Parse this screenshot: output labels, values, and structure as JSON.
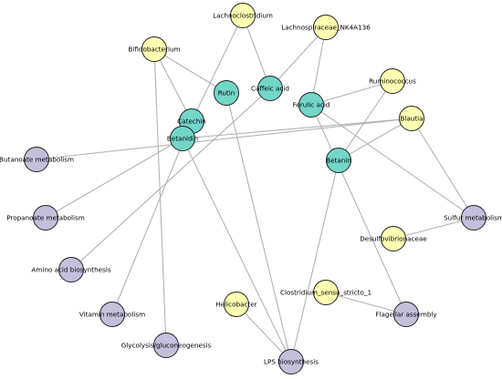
{
  "colors": {
    "bacteria": "#ffffb3",
    "compound": "#72d6c9",
    "pathway": "#c4c0dc"
  },
  "nodes": {
    "lachnoclostridium": {
      "label": "Lachnoclostridium",
      "group": "bacteria"
    },
    "lachnospiraceae": {
      "label": "Lachnospiraceae_NK4A136",
      "group": "bacteria"
    },
    "bifidobacterium": {
      "label": "Bifidobacterium",
      "group": "bacteria"
    },
    "ruminococcus": {
      "label": "Ruminococcus",
      "group": "bacteria"
    },
    "blautia": {
      "label": "Blautia",
      "group": "bacteria"
    },
    "desulfovibrionaceae": {
      "label": "Desulfovibrionaceae",
      "group": "bacteria"
    },
    "clostridium": {
      "label": "Clostridium_sensu_stricto_1",
      "group": "bacteria"
    },
    "helicobacter": {
      "label": "Helicobacter",
      "group": "bacteria"
    },
    "rutin": {
      "label": "Rutin",
      "group": "compound"
    },
    "caffeic_acid": {
      "label": "Caffeic acid",
      "group": "compound"
    },
    "ferulic_acid": {
      "label": "Ferulic acid",
      "group": "compound"
    },
    "catechin": {
      "label": "Catechin",
      "group": "compound"
    },
    "betanidin": {
      "label": "Betanidin",
      "group": "compound"
    },
    "betanin": {
      "label": "Betanin",
      "group": "compound"
    },
    "butanoate": {
      "label": "Butanoate metabolism",
      "group": "pathway"
    },
    "propanoate": {
      "label": "Propanoate metabolism",
      "group": "pathway"
    },
    "amino_acid": {
      "label": "Amino acid biosynthesis",
      "group": "pathway"
    },
    "vitamin": {
      "label": "Vitamin metabolism",
      "group": "pathway"
    },
    "glycolysis": {
      "label": "Glycolysis/gluconeogenesis",
      "group": "pathway"
    },
    "lps": {
      "label": "LPS biosynthesis",
      "group": "pathway"
    },
    "flagellar": {
      "label": "Flagellar assembly",
      "group": "pathway"
    },
    "sulfur": {
      "label": "Sulfur metabolism",
      "group": "pathway"
    }
  },
  "edges": [
    [
      "lachnoclostridium",
      "caffeic_acid"
    ],
    [
      "lachnoclostridium",
      "catechin"
    ],
    [
      "lachnospiraceae",
      "caffeic_acid"
    ],
    [
      "lachnospiraceae",
      "ferulic_acid"
    ],
    [
      "bifidobacterium",
      "rutin"
    ],
    [
      "bifidobacterium",
      "catechin"
    ],
    [
      "bifidobacterium",
      "glycolysis"
    ],
    [
      "ruminococcus",
      "ferulic_acid"
    ],
    [
      "ruminococcus",
      "betanin"
    ],
    [
      "blautia",
      "betanidin"
    ],
    [
      "blautia",
      "butanoate"
    ],
    [
      "blautia",
      "betanin"
    ],
    [
      "ferulic_acid",
      "sulfur"
    ],
    [
      "ferulic_acid",
      "flagellar"
    ],
    [
      "blautia",
      "sulfur"
    ],
    [
      "desulfovibrionaceae",
      "sulfur"
    ],
    [
      "rutin",
      "lps"
    ],
    [
      "catechin",
      "vitamin"
    ],
    [
      "betanidin",
      "lps"
    ],
    [
      "betanidin",
      "propanoate"
    ],
    [
      "betanin",
      "lps"
    ],
    [
      "caffeic_acid",
      "amino_acid"
    ],
    [
      "clostridium",
      "flagellar"
    ],
    [
      "helicobacter",
      "lps"
    ]
  ]
}
